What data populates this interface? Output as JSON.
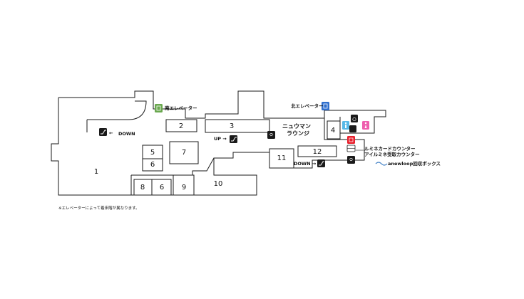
{
  "rooms": [
    "1",
    "2",
    "3",
    "4",
    "5",
    "6",
    "7",
    "8",
    "6",
    "9",
    "10",
    "11",
    "12"
  ],
  "labels": {
    "south_elevator": "南エレベーター",
    "north_elevator": "北エレベーター",
    "lounge_line1": "ニュウマン",
    "lounge_line2": "ラウンジ",
    "down_left": "DOWN",
    "up": "UP →",
    "down_right": "DOWN →",
    "counter_line1": "ルミネカードカウンター",
    "counter_line2": "アイルミネ受取カウンター",
    "anewloop": "anewloop回収ボックス",
    "left_arrow": "←"
  },
  "note": "※エレベーターによって着床階が異なります。",
  "colors": {
    "south_elevator": "#6aa84f",
    "north_elevator": "#2f6fce",
    "restroom_male": "#58b9e8",
    "restroom_female": "#ee5fae",
    "card_counter": "#e8212e",
    "dark_icon": "#1a1a1a",
    "anewloop": "#4a86c8"
  },
  "icons": [
    "escalator-icon",
    "elevator-icon",
    "wifi-icon",
    "wheelchair-icon",
    "restroom-male-icon",
    "restroom-female-icon",
    "card-icon",
    "anewloop-icon"
  ]
}
